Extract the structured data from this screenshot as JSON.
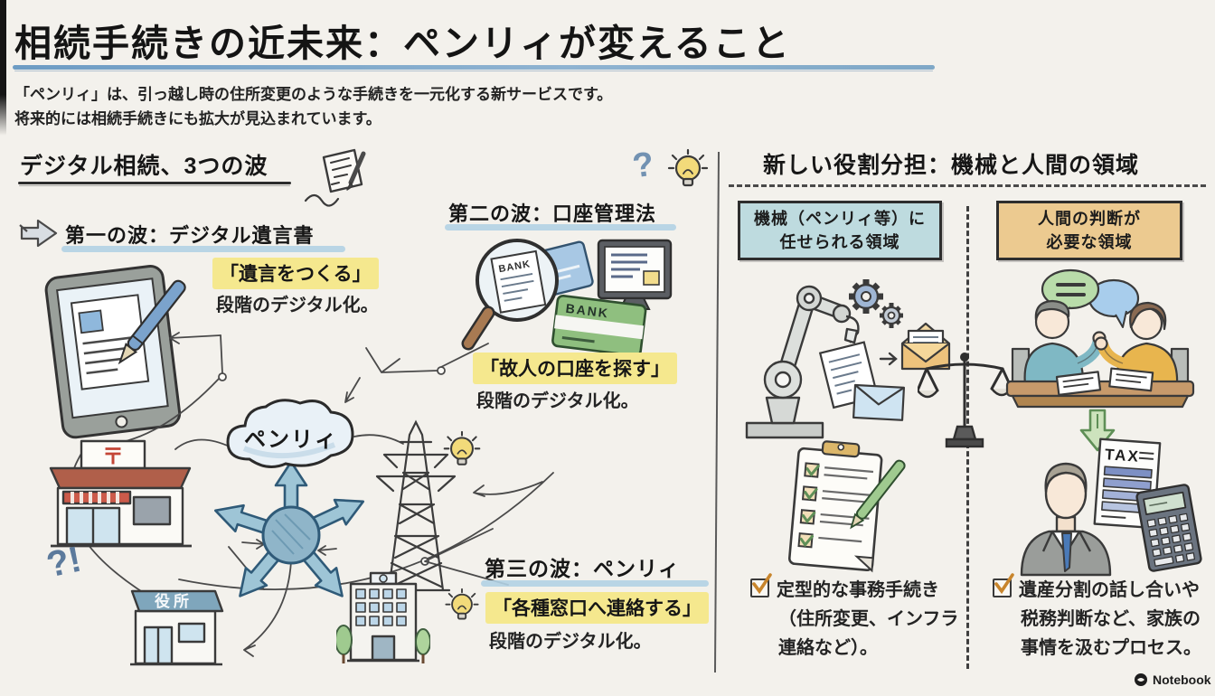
{
  "slide": {
    "title": "相続手続きの近未来：ペンリィが変えること",
    "subtitle1": "「ペンリィ」は、引っ越し時の住所変更のような手続きを一元化する新サービスです。",
    "subtitle2": "将来的には相続手続きにも拡大が見込まれています。"
  },
  "waves": {
    "heading": "デジタル相続、3つの波",
    "first": {
      "title": "第一の波：デジタル遺言書",
      "highlight": "「遺言をつくる」",
      "caption": "段階のデジタル化。"
    },
    "second": {
      "title": "第二の波：口座管理法",
      "highlight": "「故人の口座を探す」",
      "caption": "段階のデジタル化。"
    },
    "third": {
      "title": "第三の波：ペンリィ",
      "highlight": "「各種窓口へ連絡する」",
      "caption": "段階のデジタル化。"
    },
    "question_mark": "?",
    "doodle": "?!"
  },
  "network": {
    "cloud_label": "ペンリィ",
    "post_mark": "〒",
    "office_sign": "役所",
    "bank_label": "BANK"
  },
  "roles": {
    "heading": "新しい役割分担：機械と人間の領域",
    "machine_box": {
      "line1": "機械（ペンリィ等）に",
      "line2": "任せられる領域"
    },
    "human_box": {
      "line1": "人間の判断が",
      "line2": "必要な領域"
    },
    "machine_note": {
      "line1": "定型的な事務手続き",
      "line2": "（住所変更、インフラ",
      "line3": "連絡など）。"
    },
    "human_note": {
      "line1": "遺産分割の話し合いや",
      "line2": "税務判断など、家族の",
      "line3": "事情を汲むプロセス。"
    },
    "tax_label": "TAX"
  },
  "footer": {
    "watermark": "Notebook"
  },
  "colors": {
    "background": "#f3f1ec",
    "title_underline": "#7fa8c7",
    "highlight_yellow": "#f5e88e",
    "highlight_blue": "#b3d2e4",
    "machine_box_bg": "#bedbdf",
    "human_box_bg": "#ecca90",
    "arrow_blue": "#9ec5d6"
  }
}
